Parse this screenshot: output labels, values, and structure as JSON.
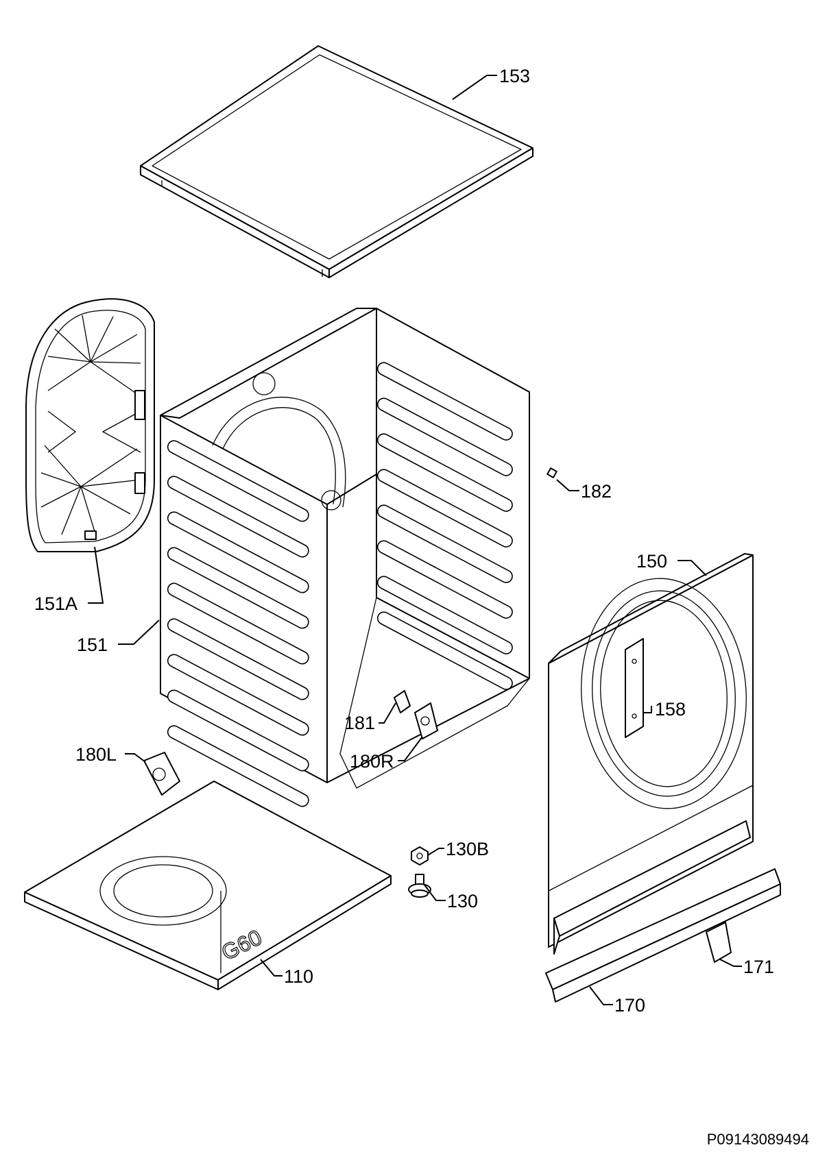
{
  "document_id": "P09143089494",
  "base_marking": "G60",
  "callouts": [
    {
      "id": "153",
      "label": "153"
    },
    {
      "id": "151A",
      "label": "151A"
    },
    {
      "id": "182",
      "label": "182"
    },
    {
      "id": "150",
      "label": "150"
    },
    {
      "id": "151",
      "label": "151"
    },
    {
      "id": "158",
      "label": "158"
    },
    {
      "id": "181",
      "label": "181"
    },
    {
      "id": "180R",
      "label": "180R"
    },
    {
      "id": "180L",
      "label": "180L"
    },
    {
      "id": "130B",
      "label": "130B"
    },
    {
      "id": "130",
      "label": "130"
    },
    {
      "id": "110",
      "label": "110"
    },
    {
      "id": "171",
      "label": "171"
    },
    {
      "id": "170",
      "label": "170"
    }
  ]
}
